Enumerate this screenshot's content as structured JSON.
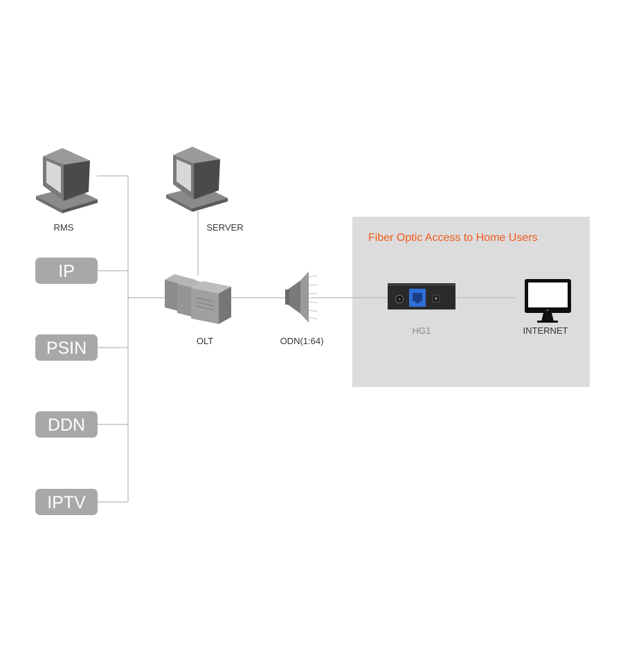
{
  "labels": {
    "rms": "RMS",
    "server": "SERVER",
    "olt": "OLT",
    "odn": "ODN(1:64)",
    "hg1": "HG1",
    "internet": "INTERNET"
  },
  "panel": {
    "title": "Fiber Optic Access to Home Users"
  },
  "services": [
    "IP",
    "PSIN",
    "DDN",
    "IPTV"
  ],
  "colors": {
    "panel_bg": "#dcdcdc",
    "panel_title": "#f05a1a",
    "service_box": "#a8a8a8",
    "line": "#b8b8b8",
    "hg1_port": "#2f6fd8"
  },
  "icons": {
    "rms": "computer-icon",
    "server": "computer-icon",
    "olt": "server-rack-icon",
    "odn": "splitter-icon",
    "hg1": "router-icon",
    "internet": "monitor-icon"
  }
}
